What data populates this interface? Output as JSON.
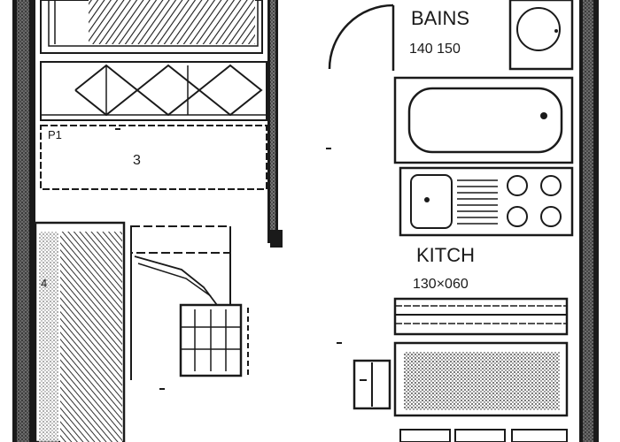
{
  "labels": {
    "bath_room": "BAINS",
    "bath_dims": "140 150",
    "kitchen": "KITCH",
    "kitchen_dims": "130×060",
    "p1_mark": "P1",
    "closet_mark": "3",
    "side_mark": "4"
  },
  "colors": {
    "ink": "#1a1a1a",
    "paper": "#ffffff"
  }
}
